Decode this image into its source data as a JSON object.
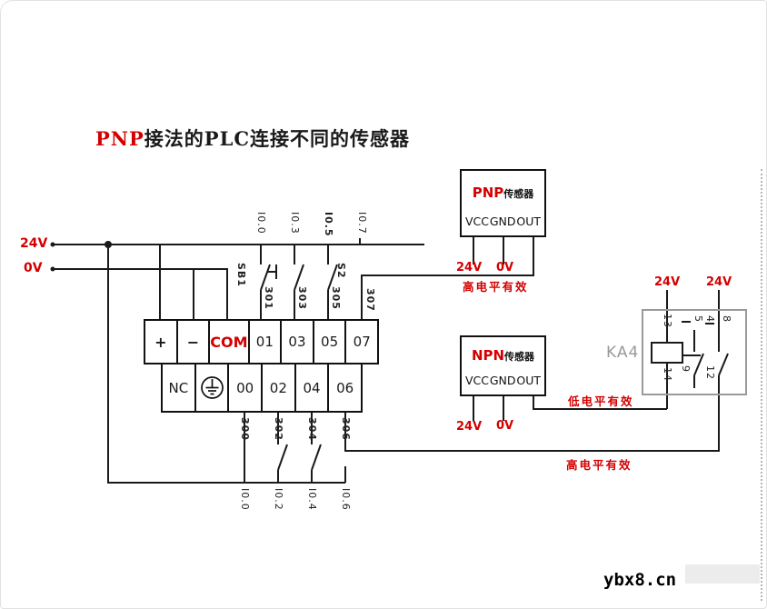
{
  "colors": {
    "accent_red": "#d40000",
    "wire": "#1a1a1a",
    "relay_gray": "#999999"
  },
  "title": {
    "highlight": "PNP",
    "rest": "接法的PLC连接不同的传感器"
  },
  "power": {
    "rail_24v": "24V",
    "rail_0v": "0V"
  },
  "plc": {
    "top_terminals": [
      "+",
      "−",
      "COM",
      "01",
      "03",
      "05",
      "07"
    ],
    "bottom_terminals": [
      "NC",
      "00",
      "02",
      "04",
      "06"
    ],
    "ground_icon": "protective-earth-icon",
    "top_input_labels": [
      "I0.0",
      "I0.3",
      "I0.5",
      "I0.7"
    ],
    "bottom_input_labels": [
      "I0.0",
      "I0.2",
      "I0.4",
      "I0.6"
    ],
    "top_wire_numbers": [
      "301",
      "303",
      "305",
      "307"
    ],
    "bottom_wire_numbers": [
      "300",
      "302",
      "304",
      "306"
    ],
    "switches": {
      "sb1": "SB1",
      "s2": "S2"
    }
  },
  "pnp_sensor": {
    "type": "PNP",
    "suffix": "传感器",
    "pins": [
      "VCC",
      "GND",
      "OUT"
    ],
    "vcc_label": "24V",
    "gnd_label": "0V",
    "note": "高电平有效"
  },
  "npn_sensor": {
    "type": "NPN",
    "suffix": "传感器",
    "pins": [
      "VCC",
      "GND",
      "OUT"
    ],
    "vcc_label": "24V",
    "gnd_label": "0V",
    "note_low": "低电平有效",
    "note_high": "高电平有效"
  },
  "relay": {
    "name": "KA4",
    "supply_left": "24V",
    "supply_right": "24V",
    "pins": {
      "coil_top": "13",
      "coil_bottom": "14",
      "aux_top": "5",
      "aux_bottom": "9",
      "no_top_left": "4",
      "no_top_right": "8",
      "no_bottom": "12"
    }
  },
  "watermark": {
    "site": "ybx8.cn"
  }
}
